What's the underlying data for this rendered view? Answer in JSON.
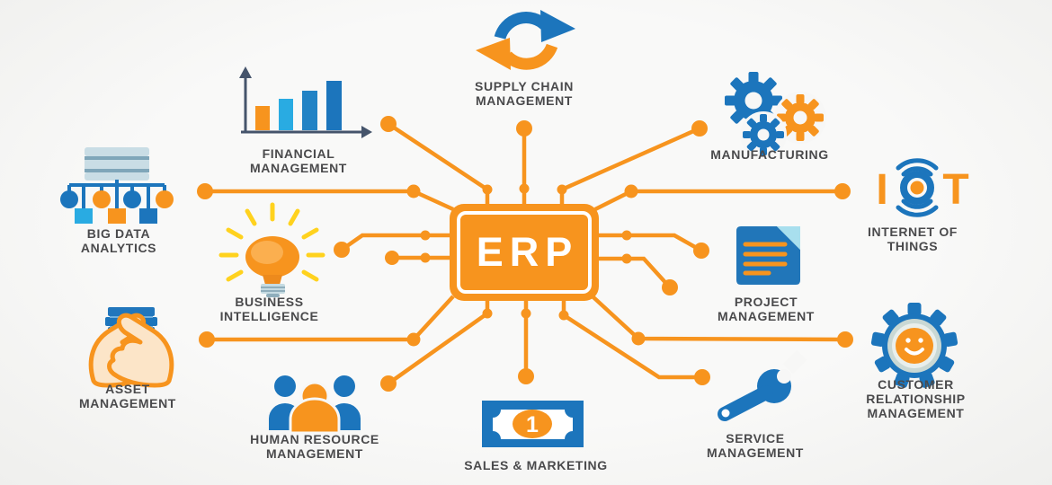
{
  "colors": {
    "accent_orange": "#F7941E",
    "brand_blue": "#1C75BC",
    "brand_cyan": "#29ABE2",
    "label_text": "#4A4A4C",
    "background": "#F7F7F6"
  },
  "center": {
    "label": "ERP"
  },
  "modules": {
    "supply_chain": {
      "label": "SUPPLY CHAIN MANAGEMENT",
      "icon": "sync-arrows-icon"
    },
    "financial": {
      "label": "FINANCIAL MANAGEMENT",
      "icon": "bar-chart-icon"
    },
    "big_data": {
      "label": "BIG DATA ANALYTICS",
      "icon": "data-tree-icon"
    },
    "business_intelligence": {
      "label": "BUSINESS INTELLIGENCE",
      "icon": "lightbulb-icon"
    },
    "asset": {
      "label": "ASSET MANAGEMENT",
      "icon": "hands-stack-icon"
    },
    "human_resource": {
      "label": "HUMAN RESOURCE MANAGEMENT",
      "icon": "people-icon"
    },
    "sales_marketing": {
      "label": "SALES & MARKETING",
      "icon": "banknote-icon",
      "badge": "1"
    },
    "manufacturing": {
      "label": "MANUFACTURING",
      "icon": "gears-icon"
    },
    "iot": {
      "label": "INTERNET OF THINGS",
      "icon": "iot-signal-icon",
      "letter_i": "I",
      "letter_t": "T"
    },
    "project": {
      "label": "PROJECT MANAGEMENT",
      "icon": "document-icon"
    },
    "crm": {
      "label": "CUSTOMER RELATIONSHIP MANAGEMENT",
      "icon": "smiley-gear-icon"
    },
    "service": {
      "label": "SERVICE MANAGEMENT",
      "icon": "wrench-icon"
    }
  }
}
